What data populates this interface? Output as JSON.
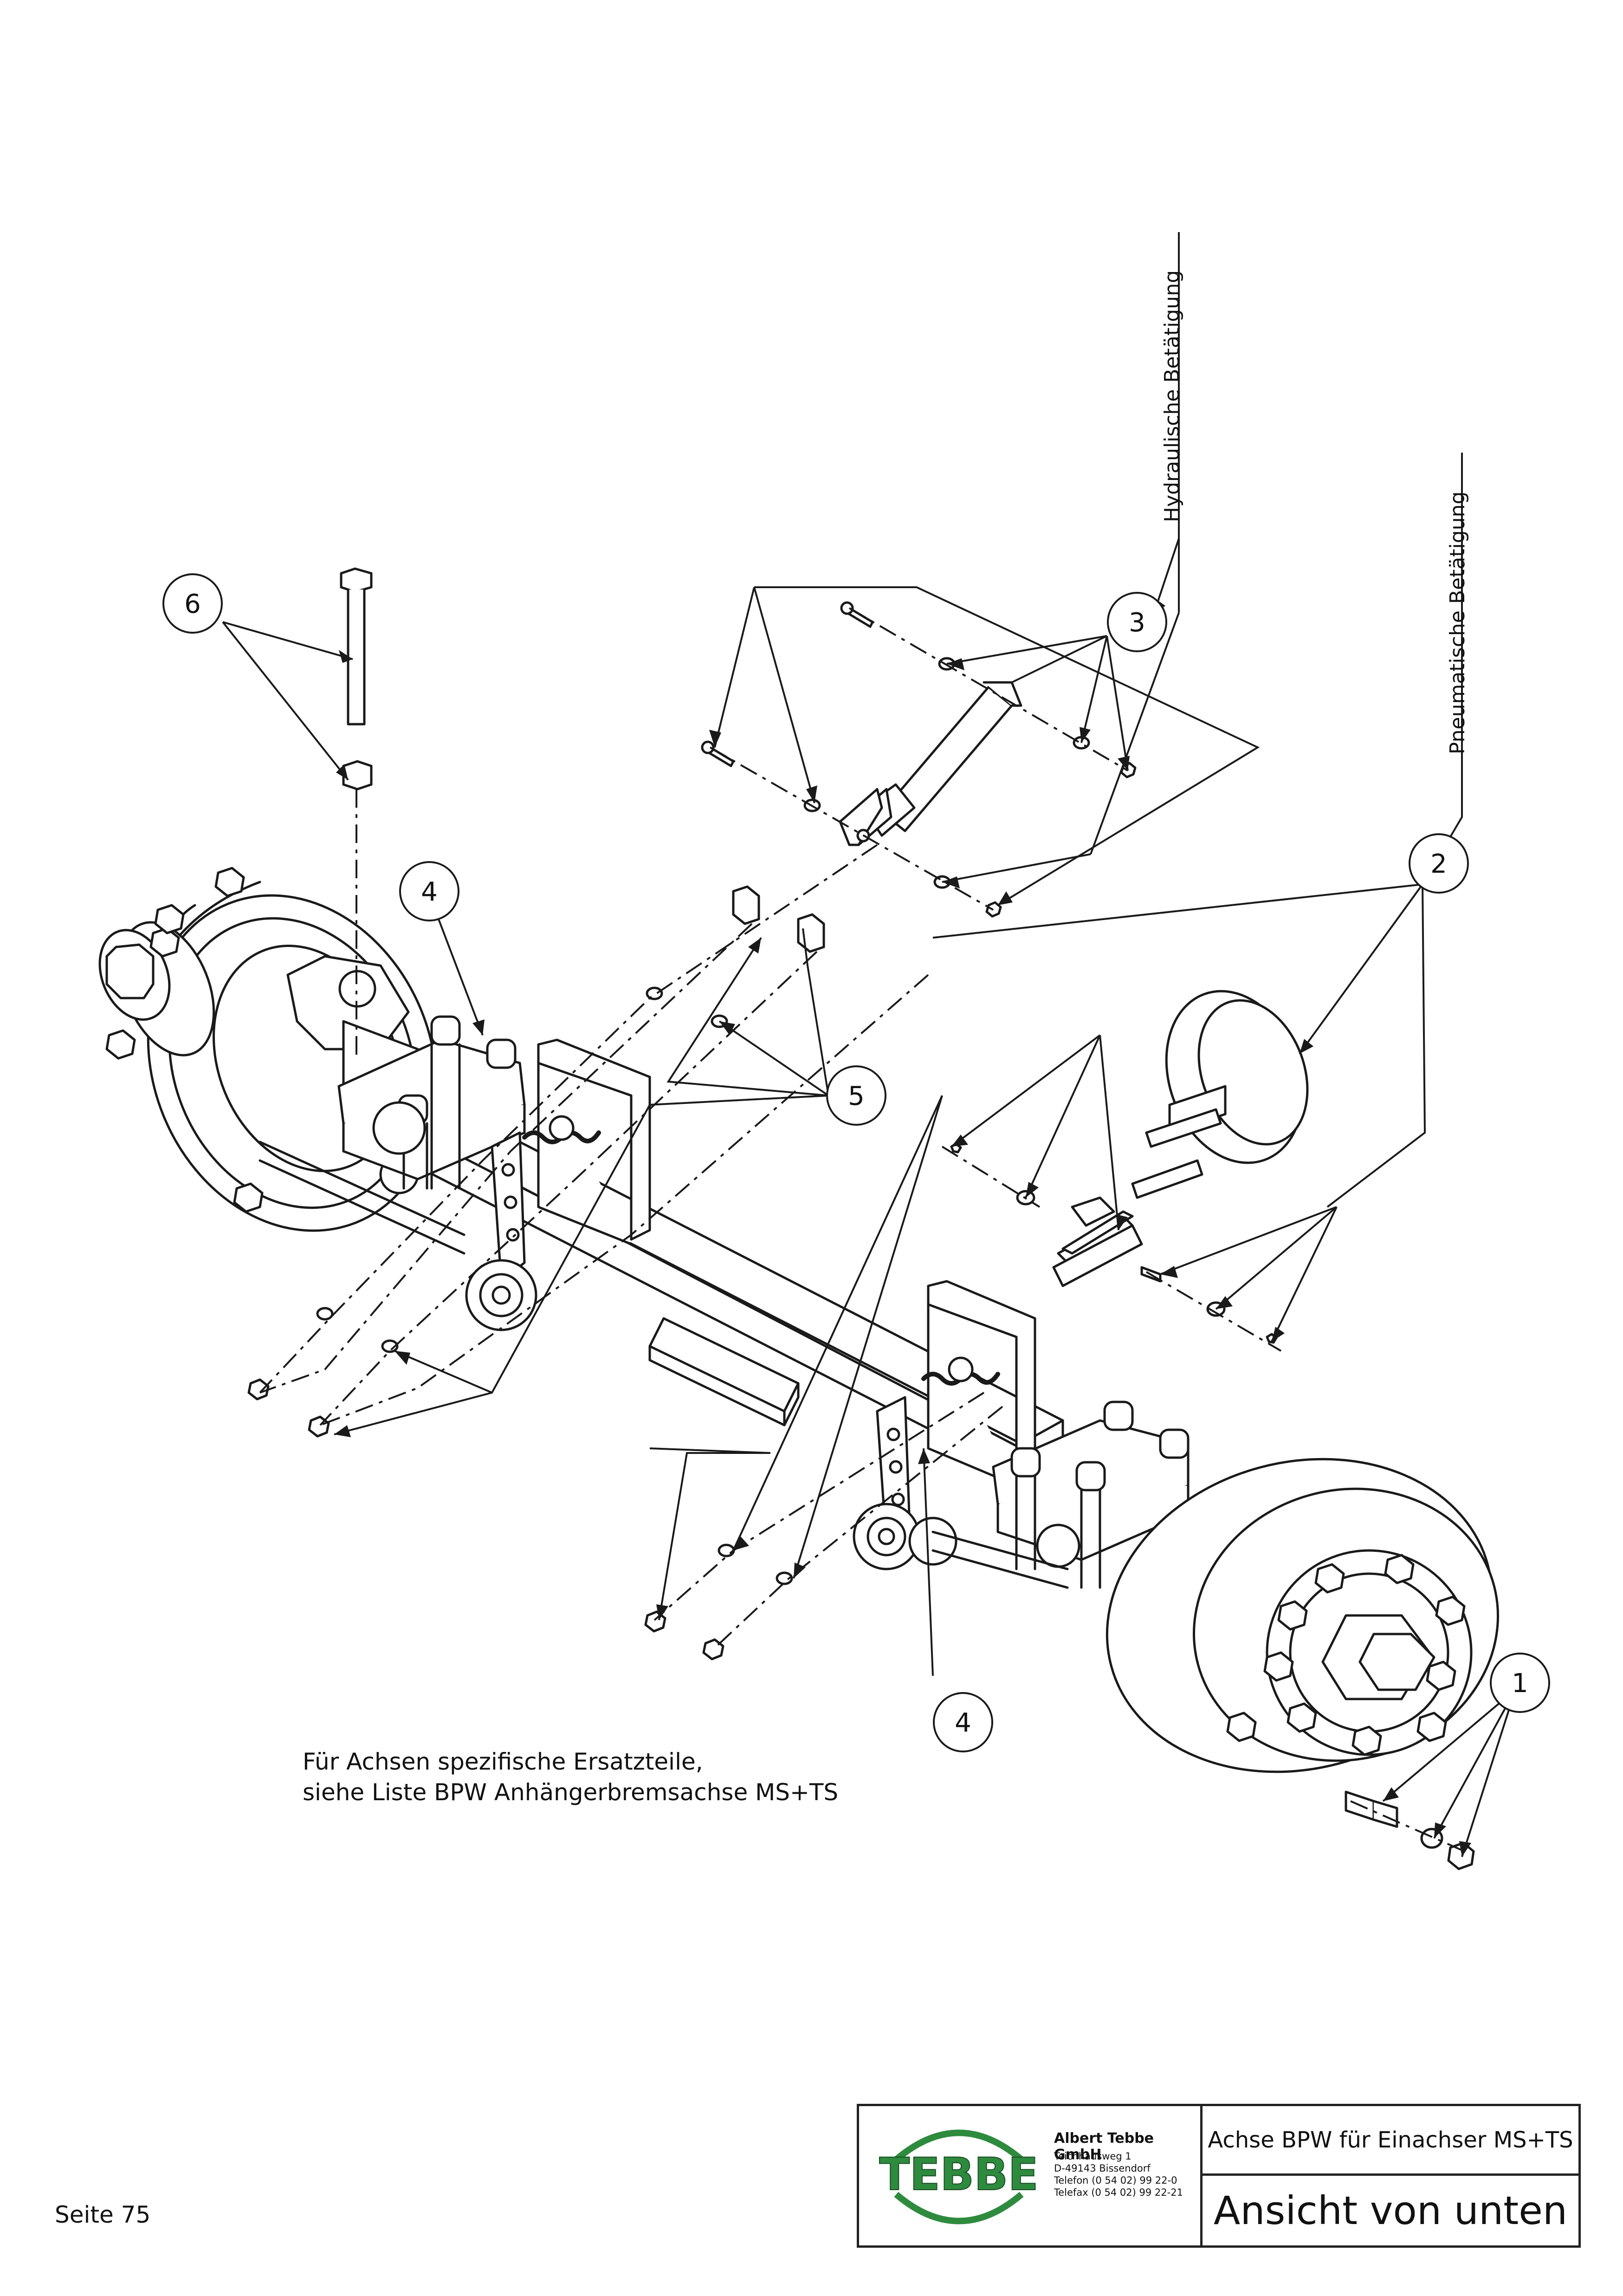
{
  "callouts": {
    "c1": "1",
    "c2": "2",
    "c3": "3",
    "c4a": "4",
    "c4b": "4",
    "c5": "5",
    "c6": "6"
  },
  "labels": {
    "hydraulic": "Hydraulische Betätigung",
    "pneumatic": "Pneumatische Betätigung"
  },
  "note": "Für Achsen spezifische Ersatzteile,\nsiehe Liste BPW Anhängerbremsachse MS+TS",
  "page": "Seite 75",
  "title_block": {
    "logo_text": "TEBBE",
    "company": "Albert Tebbe GmbH",
    "address": [
      "Teichhausweg 1",
      "D-49143 Bissendorf",
      "Telefon (0 54 02) 99 22-0",
      "Telefax (0 54 02) 99 22-21"
    ],
    "title": "Achse BPW für Einachser MS+TS",
    "view": "Ansicht von unten"
  },
  "colors": {
    "line": "#1a1a1a",
    "logo_green": "#2e8b3e"
  }
}
